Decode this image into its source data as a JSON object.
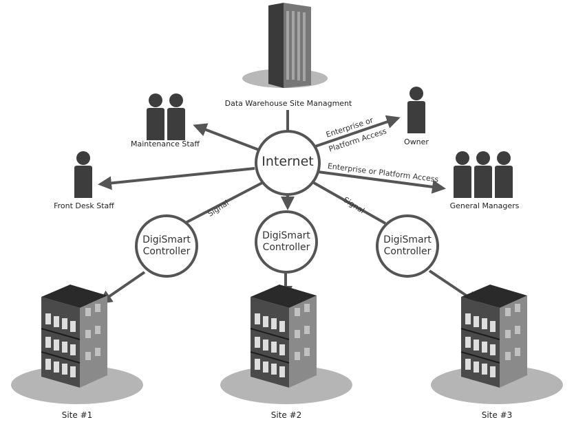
{
  "hub": {
    "label": "Internet"
  },
  "data_warehouse": {
    "label": "Data Warehouse Site Managment"
  },
  "roles": {
    "maintenance": "Maintenance Staff",
    "front_desk": "Front Desk Staff",
    "owner": "Owner",
    "general_managers": "General Managers"
  },
  "edges": {
    "owner_access_line1": "Enterprise or",
    "owner_access_line2": "Platform Access",
    "gm_access": "Enterprise or Platform Access",
    "signal": "Signal"
  },
  "controllers": [
    {
      "line1": "DigiSmart",
      "line2": "Controller"
    },
    {
      "line1": "DigiSmart",
      "line2": "Controller"
    },
    {
      "line1": "DigiSmart",
      "line2": "Controller"
    }
  ],
  "sites": [
    "Site #1",
    "Site #2",
    "Site #3"
  ],
  "colors": {
    "stroke": "#555555",
    "person": "#3d3d3d",
    "ground": "#b5b5b5"
  }
}
